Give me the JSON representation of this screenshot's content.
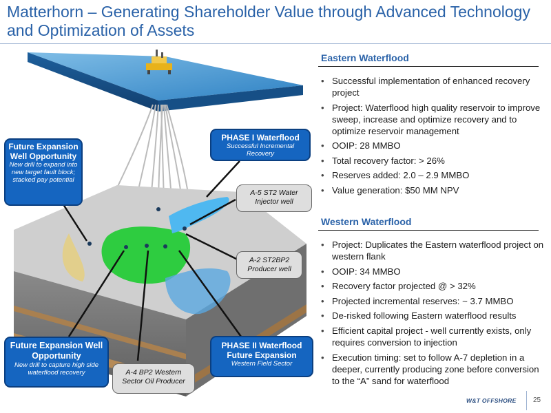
{
  "title": "Matterhorn – Generating Shareholder Value through Advanced Technology and Optimization of Assets",
  "eastern": {
    "heading": "Eastern Waterflood",
    "bullets": [
      "Successful implementation of enhanced recovery project",
      "Project:  Waterflood high quality reservoir to improve sweep, increase and optimize recovery and to optimize reservoir management",
      "OOIP: 28 MMBO",
      "Total recovery factor:  > 26%",
      "Reserves added:  2.0 – 2.9 MMBO",
      "Value generation:  $50 MM NPV"
    ]
  },
  "western": {
    "heading": "Western Waterflood",
    "bullets": [
      "Project:  Duplicates the Eastern waterflood project on western flank",
      "OOIP: 34 MMBO",
      "Recovery factor projected @ > 32%",
      "Projected incremental reserves:  ~ 3.7 MMBO",
      "De-risked following Eastern waterflood results",
      "Efficient capital project -  well currently exists, only requires conversion to injection",
      "Execution timing:  set to follow A-7 depletion in a deeper, currently producing zone before conversion to the “A” sand for waterflood"
    ]
  },
  "callouts": {
    "future1": {
      "title": "Future Expansion Well Opportunity",
      "sub": "New drill to expand into new target fault block;  stacked pay potential"
    },
    "phase1": {
      "title": "PHASE I Waterflood",
      "sub": "Successful Incremental Recovery"
    },
    "a5": {
      "text": "A-5 ST2 Water Injector well"
    },
    "a2": {
      "text": "A-2 ST2BP2 Producer well"
    },
    "future2": {
      "title": "Future Expansion Well Opportunity",
      "sub": "New drill to capture high side waterflood recovery"
    },
    "a4": {
      "text": "A-4 BP2 Western Sector Oil Producer"
    },
    "phase2": {
      "title": "PHASE II Waterflood Future Expansion",
      "sub": "Western Field Sector"
    }
  },
  "footer": {
    "logo": "W&T OFFSHORE",
    "page": "25"
  },
  "colors": {
    "accent": "#2a62a8",
    "callout_blue": "#1565c0",
    "water": "#1e6fb0",
    "oil_zone": "#2ecc40",
    "injector_zone": "#4fb8f0",
    "tan_zone": "#e2cf8c"
  }
}
